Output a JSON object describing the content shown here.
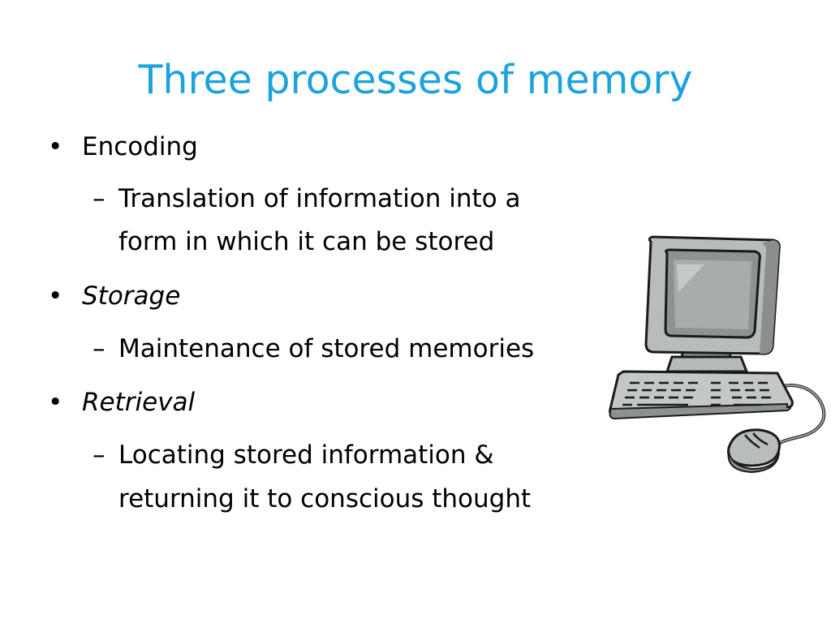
{
  "slide": {
    "title": "Three processes of memory",
    "accent_color": "#1ca3dc",
    "bullet_glyph": "•",
    "sub_glyph": "–",
    "items": [
      {
        "label": "Encoding",
        "style": "normal",
        "sub_lines": [
          "Translation of information into a",
          "form in which it can be stored"
        ]
      },
      {
        "label": "Storage",
        "style": "italic",
        "sub_lines": [
          "Maintenance of stored memories"
        ]
      },
      {
        "label": "Retrieval",
        "style": "italic",
        "sub_lines": [
          "Locating stored information &",
          "returning it to conscious thought"
        ]
      }
    ],
    "illustration": {
      "icon": "desktop-computer-icon",
      "parts": [
        "monitor",
        "keyboard",
        "mouse"
      ]
    }
  }
}
